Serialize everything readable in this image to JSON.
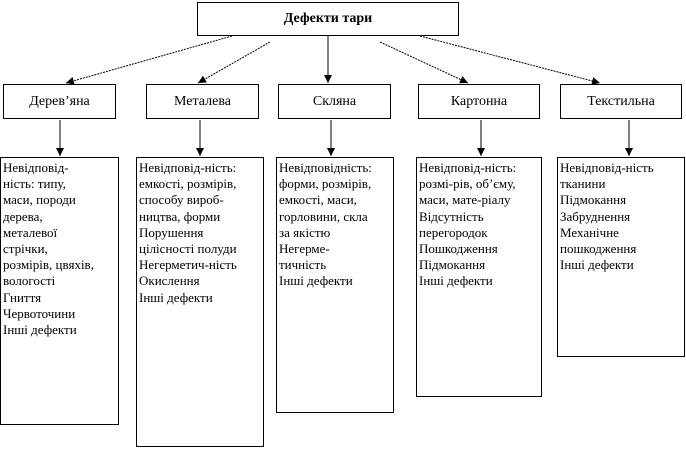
{
  "root": {
    "title": "Дефекти тари"
  },
  "categories": [
    {
      "label": "Дерев’яна",
      "details": [
        "Невідповід-",
        "ність: типу,",
        "маси, породи",
        "дерева,",
        "металевої",
        "стрічки,",
        "розмірів, цвяхів,",
        "вологості",
        "Гниття",
        "Червоточини",
        "Інші дефекти"
      ]
    },
    {
      "label": "Металева",
      "details": [
        "Невідповід-ність:",
        "емкості, розмірів,",
        "способу вироб-",
        "ництва, форми",
        "Порушення",
        "цілісності полуди",
        "Негерметич-ність",
        "Окислення",
        "Інші дефекти"
      ]
    },
    {
      "label": "Скляна",
      "details": [
        "Невідповідність:",
        "форми, розмірів,",
        "емкості, маси,",
        "горловини, скла",
        "за якістю",
        "Негерме-",
        "тичність",
        "Інші дефекти"
      ]
    },
    {
      "label": "Картонна",
      "details": [
        "Невідповід-ність:",
        "розмі-рів, об’єму,",
        "маси, мате-ріалу",
        "Відсутність",
        "перегородок",
        "Пошкодження",
        "Підмокання",
        "Інші дефекти"
      ]
    },
    {
      "label": "Текстильна",
      "details": [
        "Невідповід-ність",
        "тканини",
        "Підмокання",
        "Забруднення",
        "Механічне",
        "пошкодження",
        "Інші дефекти"
      ]
    }
  ]
}
